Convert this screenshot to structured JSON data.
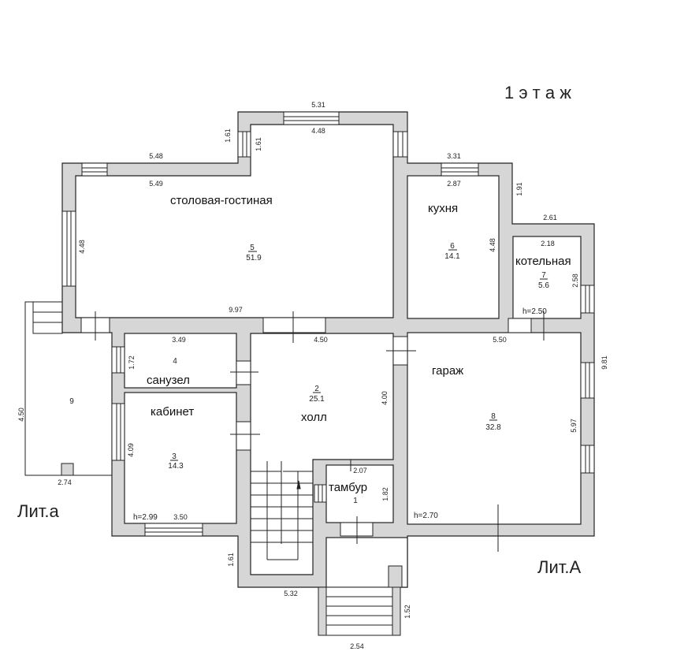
{
  "title": "1 э т а ж",
  "lit_main": "Лит.А",
  "lit_annex": "Лит.а",
  "rooms": {
    "tambur": {
      "name": "тамбур",
      "number": "1"
    },
    "hall": {
      "name": "холл",
      "number": "2",
      "area": "25.1"
    },
    "cabinet": {
      "name": "кабинет",
      "number": "3",
      "area": "14.3",
      "height": "h=2.99"
    },
    "bathroom": {
      "name": "санузел",
      "number": "4"
    },
    "living": {
      "name": "столовая-гостиная",
      "number": "5",
      "area": "51.9"
    },
    "kitchen": {
      "name": "кухня",
      "number": "6",
      "area": "14.1"
    },
    "boiler": {
      "name": "котельная",
      "number": "7",
      "area": "5.6",
      "height": "h=2.50"
    },
    "garage": {
      "name": "гараж",
      "number": "8",
      "area": "32.8",
      "height": "h=2.70"
    },
    "annex": {
      "number": "9"
    }
  },
  "dims": {
    "d531": "5.31",
    "d448top": "4.48",
    "d161a": "1.61",
    "d161b": "1.61",
    "d548": "5.48",
    "d549": "5.49",
    "d448left": "4.48",
    "d997": "9.97",
    "d331": "3.31",
    "d287": "2.87",
    "d191": "1.91",
    "d261": "2.61",
    "d218": "2.18",
    "d448k": "4.48",
    "d258": "2.58",
    "d981": "9.81",
    "d349": "3.49",
    "d450h": "4.50",
    "d550": "5.50",
    "d172": "1.72",
    "d400": "4.00",
    "d409": "4.09",
    "d597": "5.97",
    "d207": "2.07",
    "d182": "1.82",
    "d350": "3.50",
    "d450a": "4.50",
    "d274": "2.74",
    "d161c": "1.61",
    "d532": "5.32",
    "d152": "1.52",
    "d254": "2.54"
  }
}
